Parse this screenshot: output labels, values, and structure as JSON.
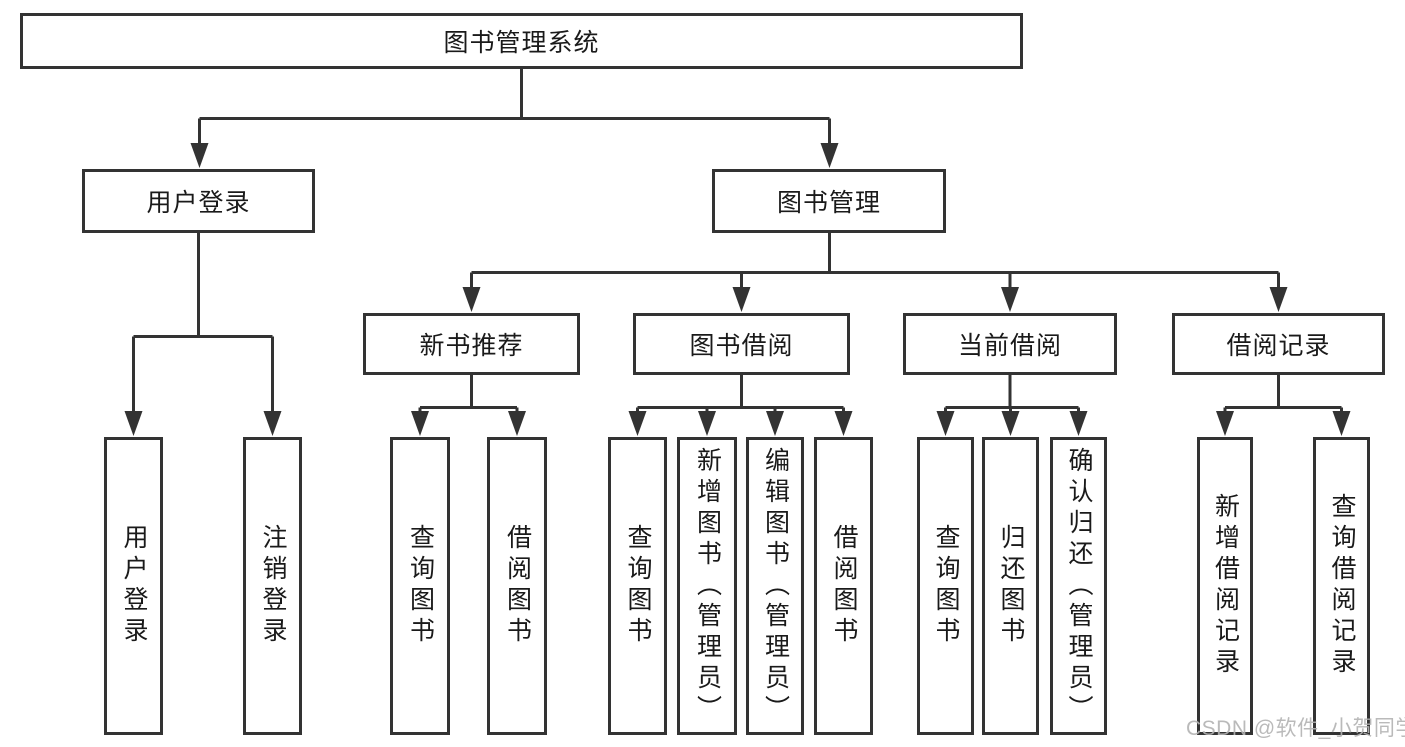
{
  "diagram": {
    "root": {
      "label": "图书管理系统"
    },
    "branches": [
      {
        "label": "用户登录",
        "children": [
          {
            "label": "用户登录"
          },
          {
            "label": "注销登录"
          }
        ]
      },
      {
        "label": "图书管理",
        "children": [
          {
            "label": "新书推荐",
            "children": [
              {
                "label": "查询图书"
              },
              {
                "label": "借阅图书"
              }
            ]
          },
          {
            "label": "图书借阅",
            "children": [
              {
                "label": "查询图书"
              },
              {
                "label": "新增图书（管理员）"
              },
              {
                "label": "编辑图书（管理员）"
              },
              {
                "label": "借阅图书"
              }
            ]
          },
          {
            "label": "当前借阅",
            "children": [
              {
                "label": "查询图书"
              },
              {
                "label": "归还图书"
              },
              {
                "label": "确认归还（管理员）"
              }
            ]
          },
          {
            "label": "借阅记录",
            "children": [
              {
                "label": "新增借阅记录"
              },
              {
                "label": "查询借阅记录"
              }
            ]
          }
        ]
      }
    ]
  },
  "watermark": {
    "text": "CSDN @软件_小贺同学"
  },
  "colors": {
    "line": "#333333",
    "border": "#333333",
    "text": "#1a1a1a",
    "bg": "#ffffff",
    "watermark": "#b3b3b3"
  }
}
